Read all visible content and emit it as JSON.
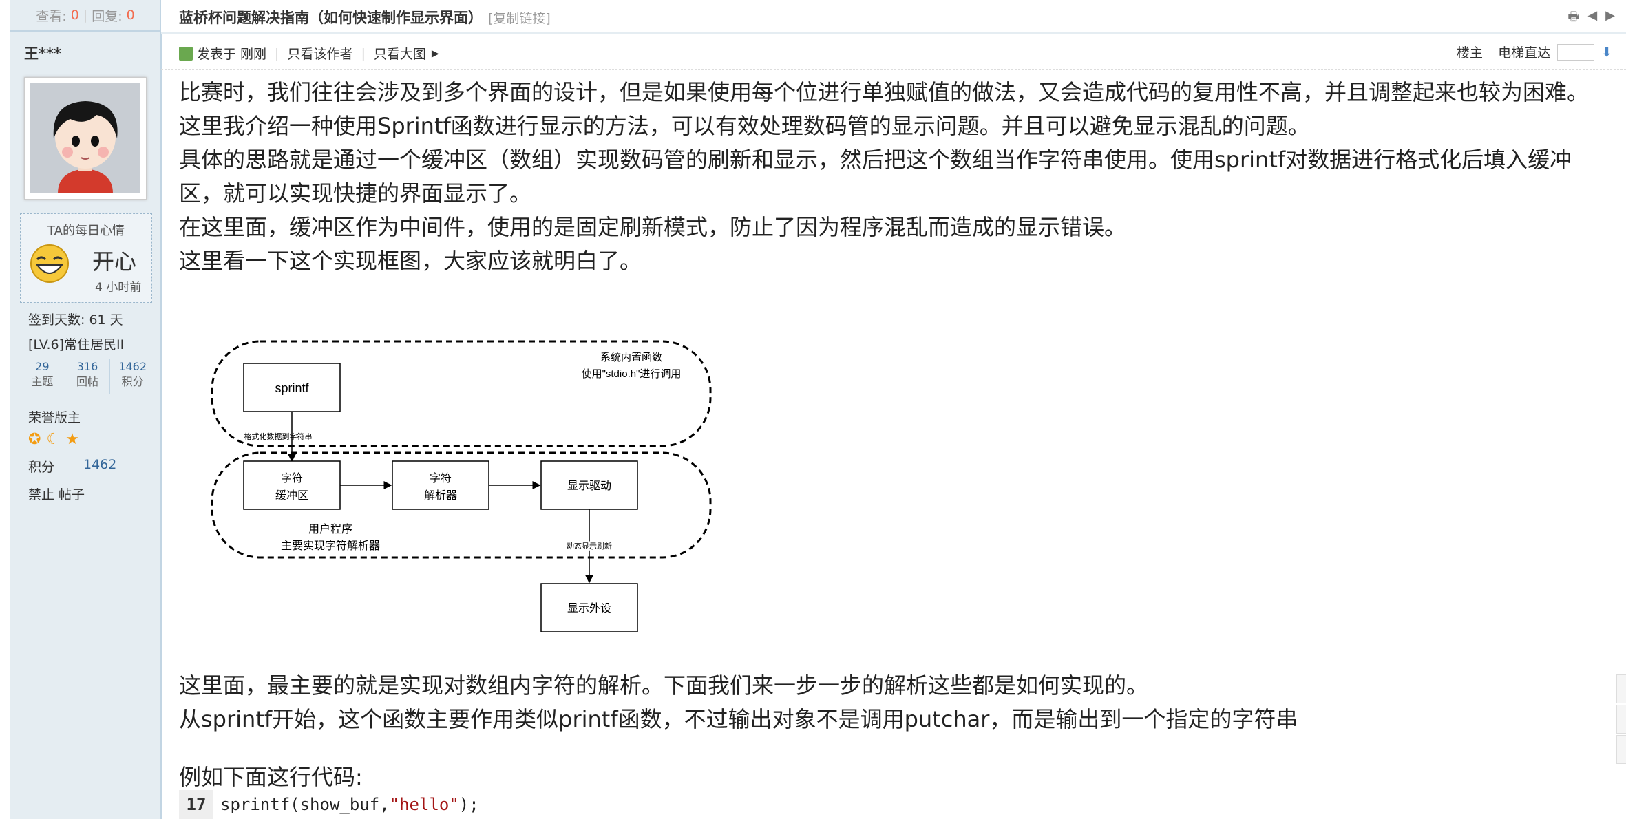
{
  "sidebar": {
    "stats": {
      "views_label": "查看:",
      "views": "0",
      "replies_label": "回复:",
      "replies": "0"
    },
    "author": "王***",
    "mood": {
      "title": "TA的每日心情",
      "value": "开心",
      "time": "4 小时前"
    },
    "signin": "签到天数: 61 天",
    "level": "[LV.6]常住居民II",
    "counts": [
      {
        "num": "29",
        "label": "主题"
      },
      {
        "num": "316",
        "label": "回帖"
      },
      {
        "num": "1462",
        "label": "积分"
      }
    ],
    "honor": "荣誉版主",
    "points_label": "积分",
    "points_value": "1462",
    "actions": "禁止 帖子"
  },
  "thread": {
    "title": "蓝桥杯问题解决指南（如何快速制作显示界面）",
    "copy_link": "[复制链接]"
  },
  "post": {
    "posted": "发表于 刚刚",
    "only_author": "只看该作者",
    "only_images": "只看大图",
    "floor": "楼主",
    "jump": "电梯直达"
  },
  "content": {
    "p1": "比赛时，我们往往会涉及到多个界面的设计，但是如果使用每个位进行单独赋值的做法，又会造成代码的复用性不高，并且调整起来也较为困难。",
    "p2": "这里我介绍一种使用Sprintf函数进行显示的方法，可以有效处理数码管的显示问题。并且可以避免显示混乱的问题。",
    "p3": "具体的思路就是通过一个缓冲区（数组）实现数码管的刷新和显示，然后把这个数组当作字符串使用。使用sprintf对数据进行格式化后填入缓冲区，就可以实现快捷的界面显示了。",
    "p4": "在这里面，缓冲区作为中间件，使用的是固定刷新模式，防止了因为程序混乱而造成的显示错误。",
    "p5": "这里看一下这个实现框图，大家应该就明白了。",
    "p6": "这里面，最主要的就是实现对数组内字符的解析。下面我们来一步一步的解析这些都是如何实现的。",
    "p7": "从sprintf开始，这个函数主要作用类似printf函数，不过输出对象不是调用putchar，而是输出到一个指定的字符串",
    "example": "例如下面这行代码:",
    "code_line_no": "17",
    "code_pre": "sprintf(show_buf,",
    "code_str": "\"hello\"",
    "code_post": ");"
  },
  "diagram": {
    "sprintf": "sprintf",
    "sys_note_1": "系统内置函数",
    "sys_note_2": "使用\"stdio.h\"进行调用",
    "format_note": "格式化数据到字符串",
    "buffer_1": "字符",
    "buffer_2": "缓冲区",
    "parser_1": "字符",
    "parser_2": "解析器",
    "driver": "显示驱动",
    "user_1": "用户程序",
    "user_2": "主要实现字符解析器",
    "refresh_note": "动态显示刷新",
    "peripheral": "显示外设"
  }
}
